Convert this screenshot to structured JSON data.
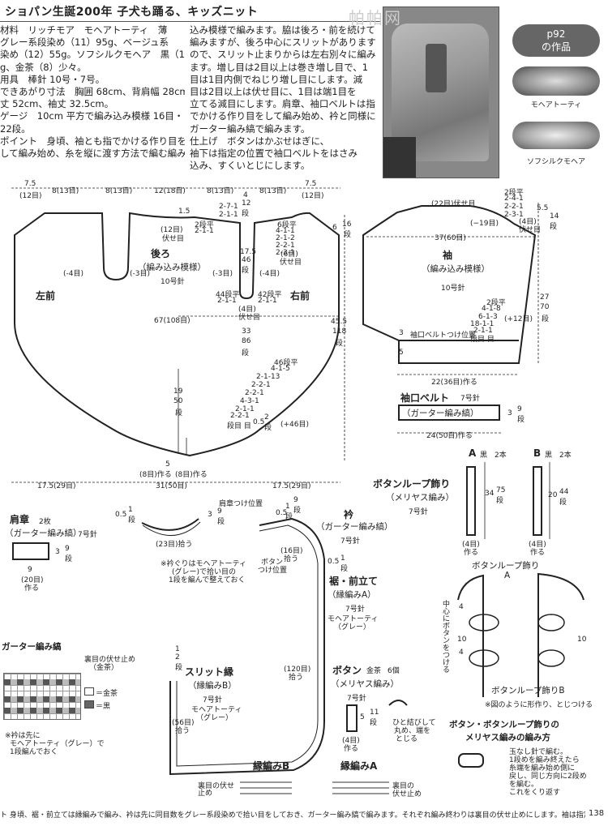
{
  "header": {
    "title": "ショパン生誕200年 子犬も踊る、キッズニット",
    "watermark": "帕帕网",
    "col1": [
      "材料　リッチモア　モヘアトーティ　薄",
      "グレー系段染め（11）95g、ベージュ系",
      "染め（12）55g。ソフシルクモヘア　黒（13）",
      "g、金茶（8）少々。",
      "用具　棒針 10号・7号。",
      "できあがり寸法　胸囲 68cm、背肩幅 28cm、",
      "丈 52cm、袖丈 32.5cm。",
      "ゲージ　10cm 平方で編み込み模様 16目・",
      "22段。",
      "ポイント　身頃、袖とも指でかける作り目を",
      "して編み始め、糸を縦に渡す方法で編む編み"
    ],
    "col2": [
      "込み模様で編みます。脇は後ろ・前を続けて",
      "編みますが、後ろ中心にスリットがあります",
      "ので、スリット止まりからは左右別々に編み",
      "ます。増し目は2目以上は巻き増し目で、1",
      "目は1目内側でねじり増し目にします。減",
      "目は2目以上は伏せ目に、1目は端1目を",
      "立てる減目にします。肩章、袖口ベルトは指",
      "でかける作り目をして編み始め、衿と同様に",
      "ガーター編み縞で編みます。",
      "仕上げ　ボタンはかぶせはぎに、",
      "袖下は指定の位置で袖口ベルトをはさみ",
      "込み、すくいとじにします。"
    ]
  },
  "badge": {
    "page_ref": "p92",
    "caption": "の作品"
  },
  "yarns": {
    "yarn1": "モヘアトーティ",
    "yarn2": "ソフシルクモヘア"
  },
  "body_pattern": {
    "top_dims": [
      "7.5",
      "(12目)",
      "8(13目)",
      "8(13目)",
      "12(18目)",
      "8(13目)",
      "8(13目)",
      "7.5",
      "(12目)"
    ],
    "back": "後ろ",
    "back_pattern": "（編み込み模様）",
    "needle10": "10号針",
    "left_front": "左前",
    "right_front": "右前",
    "width67": "67(108目)",
    "neck_a": "1.5",
    "neck_b": "(12目)",
    "neck_c": "伏せ目",
    "neck_d": "2段平",
    "neck_e": "2-1-1",
    "neck_f": "2-7-1",
    "neck_g": "2-1-1",
    "side_s1": "6段平",
    "side_s2": "4-1-1",
    "side_s3": "2-1-2",
    "side_s4": "2-2-1",
    "side_s5": "2-3-1",
    "side_s6": "(6目)",
    "side_s7": "伏せ目",
    "m4a": "(-4目)",
    "m3a": "(-3目)",
    "m3b": "(-3目)",
    "m4b": "(-4目)",
    "slit_dims": [
      "17.5",
      "46",
      "段"
    ],
    "slit_44": "44段平",
    "slit_21": "2-1-1",
    "slit_42": "42段平",
    "slit_21b": "2-1-1",
    "slit_4": "(4目)",
    "slit_fuse": "伏せ目",
    "center_33": "33",
    "center_86": "86",
    "center_dan": "段",
    "dec_list": [
      "46段平",
      "4-1-5",
      "2-1-13",
      "2-2-1",
      "2-2-1",
      "4-3-1",
      "2-1-1",
      "2-2-1",
      "段目 目"
    ],
    "center_19": "19",
    "center_50": "50",
    "center_dan2": "段",
    "plus46": "(+46目)",
    "small_05": "0.5",
    "small_2": "2",
    "small_dan": "段",
    "right_6": "6",
    "right_16": "16",
    "right_dan": "段",
    "right_455": "45.5",
    "right_118": "118",
    "right_dan2": "段",
    "bottom_5": "5",
    "bottom_8a": "(8目)作る",
    "bottom_8b": "(8目)作る",
    "bottom_175a": "17.5(29目)",
    "bottom_31": "31(50目)",
    "bottom_175b": "17.5(29目)",
    "top_4": "4",
    "top_12": "12",
    "top_dan": "段"
  },
  "sleeve": {
    "top": "(22目)伏せ目",
    "minus19": "(−19目)",
    "width": "37(60目)",
    "name": "袖",
    "pattern": "（編み込み模様）",
    "needle": "10号針",
    "cap_list": [
      "2段平",
      "2-4-1",
      "2-2-1",
      "2-3-1",
      "(4目)",
      "伏せ目"
    ],
    "r55": "5.5",
    "r14": "14",
    "rdan": "段",
    "r27": "27",
    "r70": "70",
    "rdan2": "段",
    "inc_list": [
      "2段平",
      "4-1-8",
      "6-1-3",
      "18-1-1",
      "2-1-1",
      "段目 目"
    ],
    "plus12": "(+12目)",
    "belt_pos": "袖口ベルトつけ位置",
    "n3": "3",
    "n5": "5",
    "bottom": "22(36目)作る"
  },
  "cuff": {
    "title": "袖口ベルト",
    "needle": "7号針",
    "stitch": "（ガーター編み縞）",
    "n3": "3",
    "n9": "9",
    "dan": "段",
    "bottom": "24(50目)作る"
  },
  "loops": {
    "a_label": "A",
    "a_color": "黒　2本",
    "b_label": "B",
    "b_color": "黒　2本",
    "title": "ボタンループ飾り",
    "subtitle": "（メリヤス編み）",
    "needle": "7号針",
    "a_dims": [
      "34",
      "75",
      "段"
    ],
    "b_dims": [
      "20",
      "44",
      "段"
    ],
    "a_bottom": "(4目)",
    "a_bottom2": "作る",
    "b_bottom": "(4目)",
    "b_bottom2": "作る",
    "diag_title": "ボタンループ飾り",
    "diag_a": "A",
    "diag_center": "中心にボタンをつける",
    "d4": "4",
    "d10a": "10",
    "d4b": "4",
    "d10b": "10",
    "diag_b": "ボタンループ飾りB",
    "diag_note": "※図のように形作り、とじつける"
  },
  "shoulder": {
    "title": "肩章",
    "count": "2枚",
    "stitch": "（ガーター編み縞）",
    "needle": "7号針",
    "n3": "3",
    "n9": "9",
    "dan": "段",
    "width": "9",
    "width2": "(20目)",
    "made": "作る"
  },
  "collar": {
    "pos": "肩章つけ位置",
    "n05": "0.5",
    "n1": "1",
    "dan1": "段",
    "n3": "3",
    "n9": "9",
    "dan2": "段",
    "pickup": "(23目)拾う",
    "note1": "※衿ぐりはモヘアトーティ",
    "note2": "(グレー)で拾い目の",
    "note3": "1段を編んで整えておく",
    "n05b": "0.5",
    "n1b": "1",
    "dan3": "段",
    "n9b": "9",
    "dan4": "段",
    "title": "衿",
    "stitch": "（ガーター編み縞）",
    "needle": "7号針",
    "p16": "(16目)",
    "p16b": "拾う",
    "btn_pos": "ボタン",
    "btn_pos2": "つけ位置",
    "n05c": "0.5",
    "n1c": "1",
    "dan5": "段"
  },
  "front_band": {
    "title": "裾・前立て",
    "stitch": "（縁編みA）",
    "needle": "7号針",
    "yarn": "モヘアトーティ",
    "yarn2": "（グレー）",
    "p120": "(120目)",
    "p120b": "拾う"
  },
  "slit_edge": {
    "n1": "1",
    "n2": "2",
    "dan": "段",
    "title": "スリット縁",
    "stitch": "（縁編みB）",
    "needle": "7号針",
    "yarn": "モヘアトーティ",
    "yarn2": "（グレー）",
    "p56": "(56目)",
    "p56b": "拾う"
  },
  "button": {
    "title": "ボタン",
    "color": "金茶",
    "count": "6個",
    "stitch": "（メリヤス編み）",
    "needle": "7号針",
    "n5": "5",
    "n11": "11",
    "dan": "段",
    "bottom": "(4目)",
    "bottom2": "作る",
    "note1": "ひと結びして",
    "note2": "丸め、端を",
    "note3": "とじる"
  },
  "howto": {
    "title1": "ボタン・ボタンループ飾りの",
    "title2": "メリヤス編みの編み方",
    "t1": "玉なし針で編む。",
    "t2": "1段めを編み終えたら",
    "t3": "糸端を編み始め側に",
    "t4": "戻し、同じ方向に2段め",
    "t5": "を編む。",
    "t6": "これをくり返す"
  },
  "garter": {
    "title": "ガーター編み縞",
    "n1": "裏目の伏せ止め",
    "n2": "（金茶）",
    "legend1": "＝金茶",
    "legend2": "＝黒",
    "note1": "※衿は先に",
    "note2": "モヘアトーティ（グレー）で",
    "note3": "1段編んでおく"
  },
  "edgeB": {
    "title": "縁編みB",
    "label": "裏目の伏せ止め"
  },
  "edgeA": {
    "title": "縁編みA",
    "label1": "裏目の",
    "label2": "伏せ止め"
  },
  "footer": {
    "text": "ト 身頃、裾・前立ては縁編みで編み、衿は先に同目数をグレー系段染めで拾い目をしておき、ガーター編み縞で編みます。それぞれ編み終わりは裏目の伏せ止めにします。袖は指定の位置に肩章をはさみながらはぎ合わせます。",
    "page": "138"
  }
}
